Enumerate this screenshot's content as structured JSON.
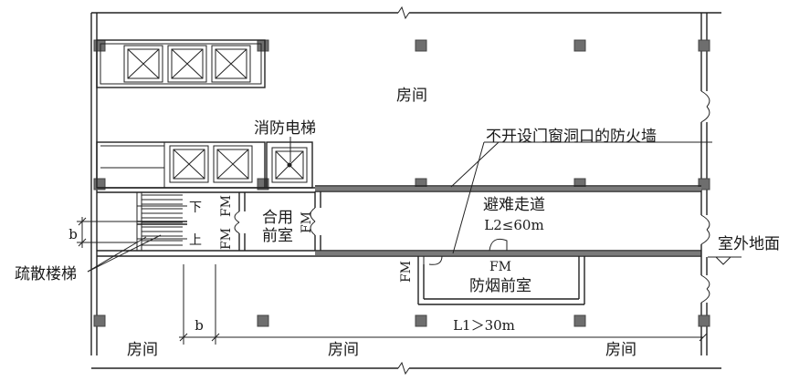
{
  "labels": {
    "room_top": "房间",
    "fire_elevator": "消防电梯",
    "firewall_note": "不开设门窗洞口的防火墙",
    "fm": "FM",
    "shared_anteroom_1": "合用",
    "shared_anteroom_2": "前室",
    "refuge_corridor": "避难走道",
    "l2_rule": "L2≤60m",
    "outdoor_ground": "室外地面",
    "smoke_anteroom": "防烟前室",
    "evac_stair": "疏散楼梯",
    "stair_down": "下",
    "stair_up": "上",
    "dim_b": "b",
    "l1_rule": "L1＞30m",
    "room_bottom_left": "房间",
    "room_bottom_mid": "房间",
    "room_bottom_right": "房间"
  }
}
